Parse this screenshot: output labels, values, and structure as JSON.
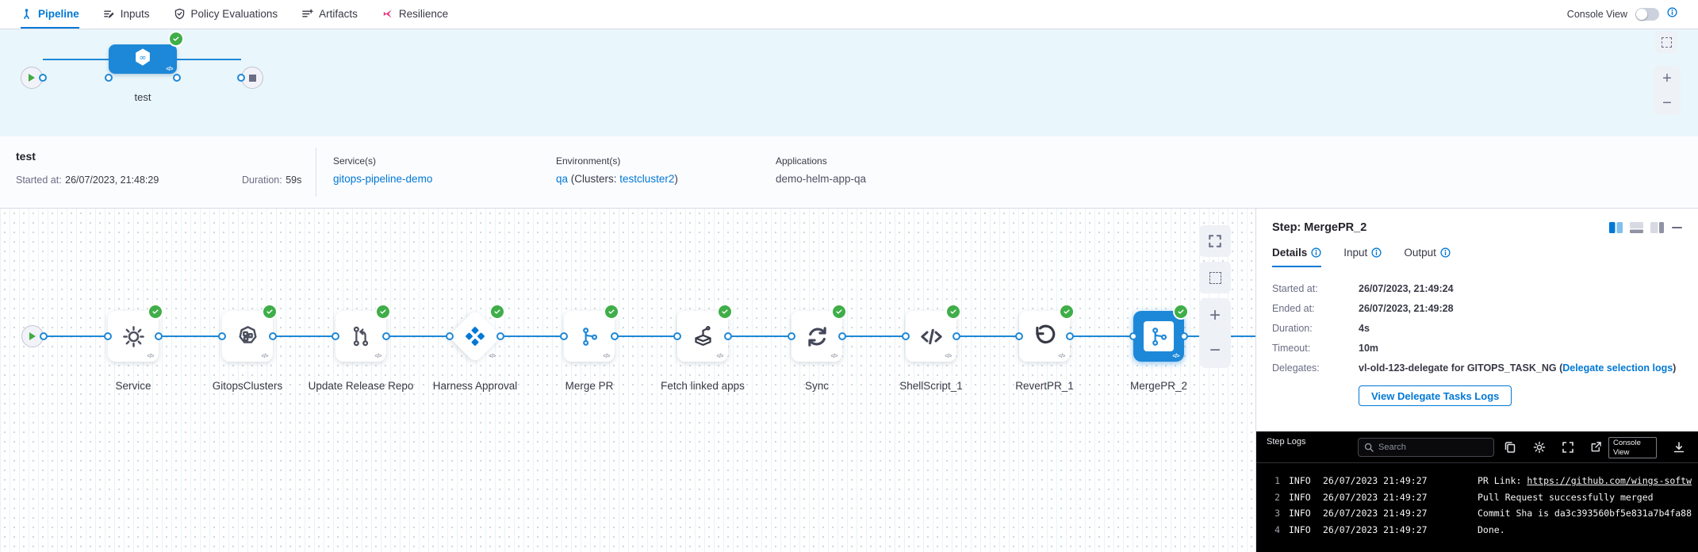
{
  "colors": {
    "accent": "#0278d5",
    "connector": "#1e88d8",
    "success": "#3fae49",
    "resilience_pink": "#e5387f",
    "console_bg": "#000000"
  },
  "nav": {
    "tabs": [
      {
        "label": "Pipeline",
        "icon": "pipeline-icon",
        "active": true
      },
      {
        "label": "Inputs",
        "icon": "inputs-icon",
        "active": false
      },
      {
        "label": "Policy Evaluations",
        "icon": "shield-check-icon",
        "active": false
      },
      {
        "label": "Artifacts",
        "icon": "artifacts-icon",
        "active": false
      },
      {
        "label": "Resilience",
        "icon": "resilience-icon",
        "active": false
      }
    ],
    "console_view_label": "Console View",
    "console_view_on": false
  },
  "stage_graph": {
    "stage": {
      "name": "test",
      "status": "success",
      "icon": "gitops-hexagon-icon"
    },
    "controls": {
      "fit_icon": "fit-view-icon",
      "zoom_in_label": "+",
      "zoom_out_label": "−"
    }
  },
  "execution_meta": {
    "pipeline_name": "test",
    "started_label": "Started at:",
    "started_value": "26/07/2023, 21:48:29",
    "duration_label": "Duration:",
    "duration_value": "59s",
    "services_label": "Service(s)",
    "services_value": "gitops-pipeline-demo",
    "environments_label": "Environment(s)",
    "env_link1": "qa",
    "env_mid": " (Clusters: ",
    "env_link2": "testcluster2",
    "env_end": ")",
    "applications_label": "Applications",
    "applications_value": "demo-helm-app-qa"
  },
  "pipeline_graph": {
    "nodes": [
      {
        "label": "Service",
        "icon": "gear-icon",
        "status": "success"
      },
      {
        "label": "GitopsClusters",
        "icon": "clusters-icon",
        "status": "success"
      },
      {
        "label": "Update Release Repo",
        "icon": "git-update-icon",
        "status": "success"
      },
      {
        "label": "Harness Approval",
        "icon": "approval-icon",
        "status": "success",
        "shape": "diamond"
      },
      {
        "label": "Merge PR",
        "icon": "git-branch-icon",
        "status": "success"
      },
      {
        "label": "Fetch linked apps",
        "icon": "fetch-apps-icon",
        "status": "success"
      },
      {
        "label": "Sync",
        "icon": "sync-icon",
        "status": "success"
      },
      {
        "label": "ShellScript_1",
        "icon": "code-icon",
        "status": "success"
      },
      {
        "label": "RevertPR_1",
        "icon": "revert-icon",
        "status": "success"
      },
      {
        "label": "MergePR_2",
        "icon": "git-branch-icon",
        "status": "success",
        "selected": true
      }
    ],
    "controls": {
      "fullscreen_icon": "fullscreen-icon",
      "fit_icon": "fit-view-icon",
      "zoom_in_label": "+",
      "zoom_out_label": "−"
    }
  },
  "step_panel": {
    "title": "Step: MergePR_2",
    "header_icons": [
      "split-view-icon",
      "bottom-layout-icon",
      "right-layout-icon",
      "minimize-icon"
    ],
    "tabs": [
      {
        "label": "Details",
        "active": true
      },
      {
        "label": "Input",
        "active": false
      },
      {
        "label": "Output",
        "active": false
      }
    ],
    "details": [
      {
        "label": "Started at:",
        "value": "26/07/2023, 21:49:24"
      },
      {
        "label": "Ended at:",
        "value": "26/07/2023, 21:49:28"
      },
      {
        "label": "Duration:",
        "value": "4s"
      },
      {
        "label": "Timeout:",
        "value": "10m"
      },
      {
        "label": "Delegates:",
        "value": "vl-old-123-delegate for GITOPS_TASK_NG (",
        "link": "Delegate selection logs",
        "value_end": ")"
      }
    ],
    "view_delegate_logs_button": "View Delegate Tasks Logs"
  },
  "console": {
    "title": "Step Logs",
    "search_placeholder": "Search",
    "toolbar_icons": [
      "copy-icon",
      "settings-icon",
      "fullscreen-icon",
      "open-in-new-icon"
    ],
    "console_view_button": "Console View",
    "download_icon": "download-icon",
    "logs": [
      {
        "num": "1",
        "level": "INFO",
        "time": "26/07/2023 21:49:27",
        "msg": "PR Link: ",
        "link": "https://github.com/wings-softw"
      },
      {
        "num": "2",
        "level": "INFO",
        "time": "26/07/2023 21:49:27",
        "msg": "Pull Request successfully merged"
      },
      {
        "num": "3",
        "level": "INFO",
        "time": "26/07/2023 21:49:27",
        "msg": "Commit Sha is da3c393560bf5e831a7b4fa88"
      },
      {
        "num": "4",
        "level": "INFO",
        "time": "26/07/2023 21:49:27",
        "msg": "Done."
      }
    ]
  }
}
